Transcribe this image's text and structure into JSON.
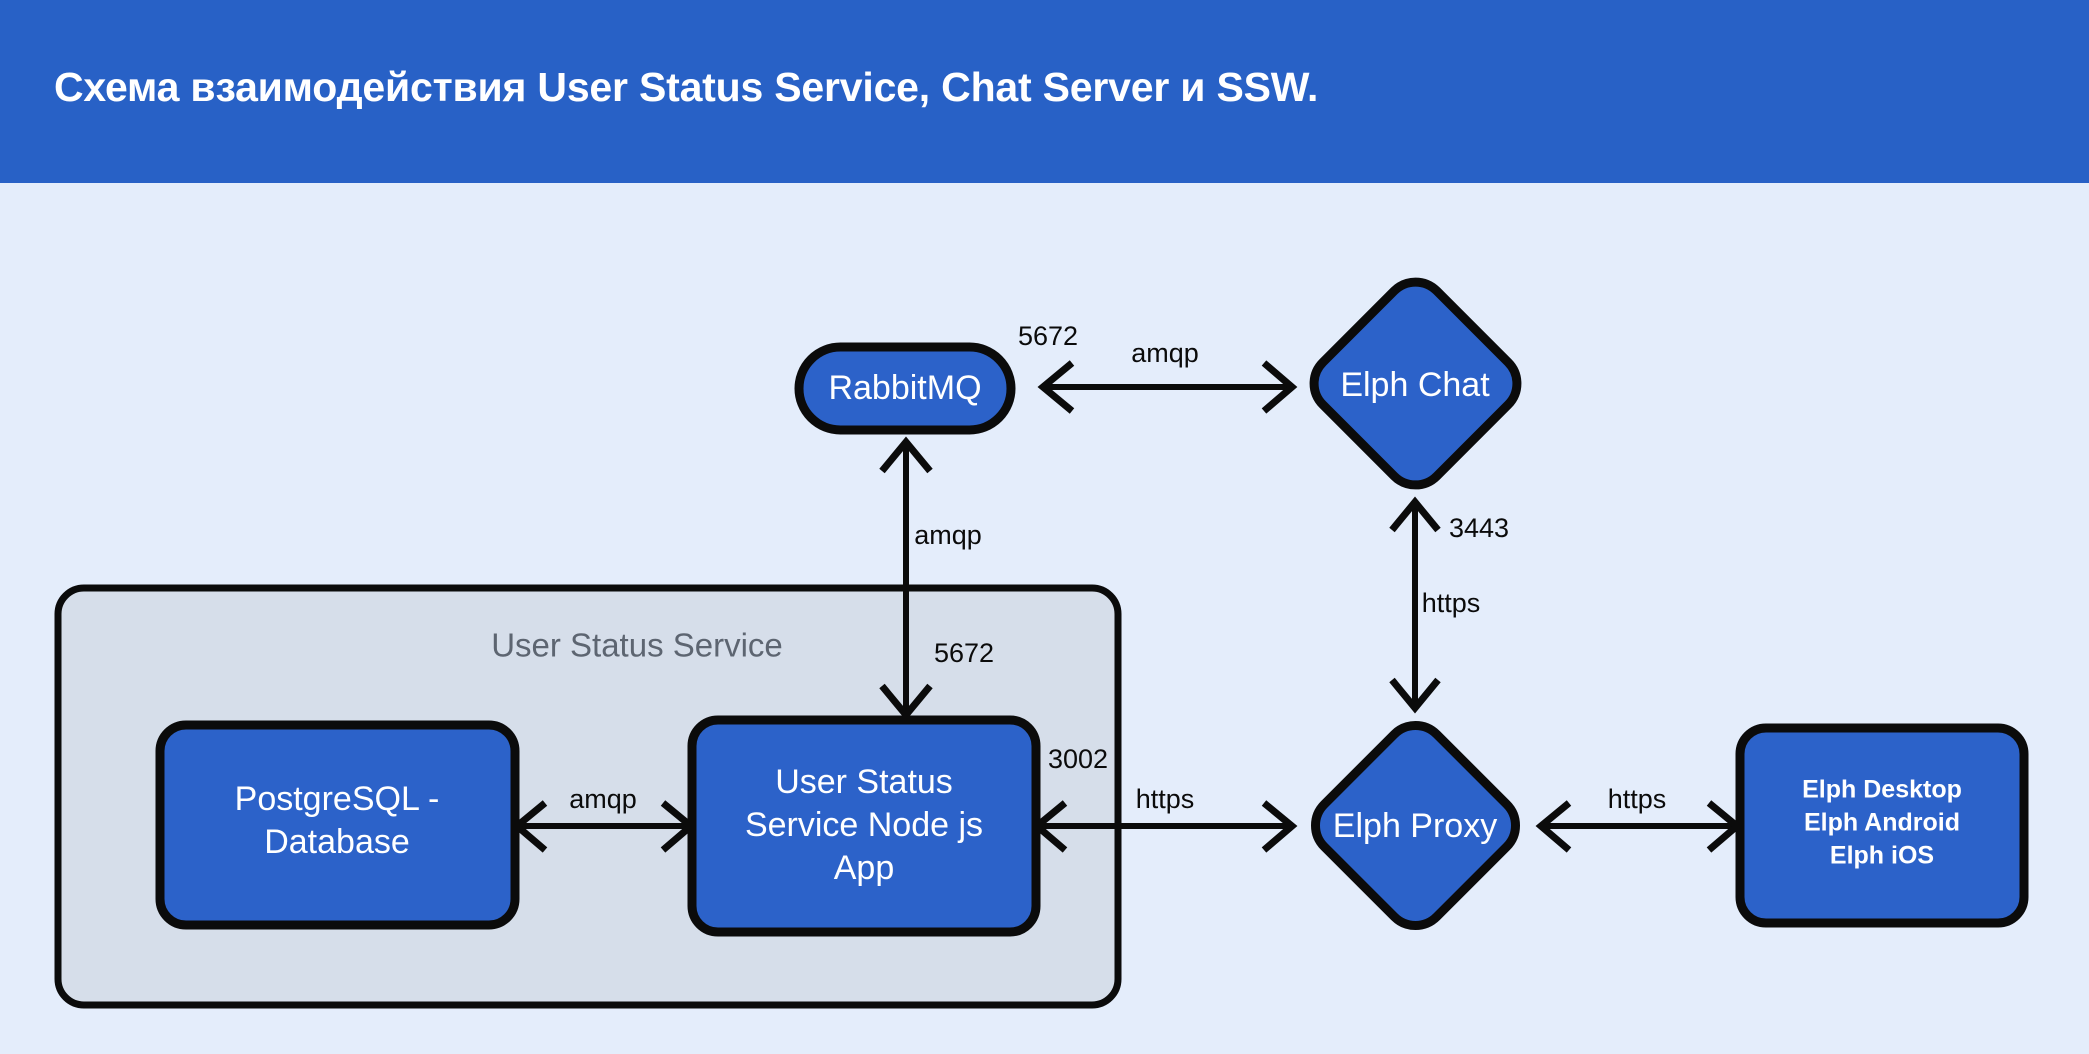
{
  "header": {
    "title": "Схема взаимодействия User Status Service, Chat Server и SSW.",
    "background_color": "#2861c6",
    "text_color": "#ffffff"
  },
  "canvas": {
    "background_color": "#e4edfb",
    "node_fill_color": "#2c62c9",
    "node_stroke_color": "#0b0b0b",
    "group_fill_color": "#d6deea",
    "group_title_color": "#5d6571"
  },
  "diagram": {
    "group": {
      "title": "User Status Service"
    },
    "nodes": {
      "rabbitmq": {
        "label": "RabbitMQ",
        "shape": "stadium"
      },
      "elph_chat": {
        "label": "Elph Chat",
        "shape": "diamond"
      },
      "elph_proxy": {
        "label": "Elph Proxy",
        "shape": "diamond"
      },
      "postgres": {
        "label_line1": "PostgreSQL -",
        "label_line2": "Database",
        "shape": "rounded-rect"
      },
      "user_status_app": {
        "label_line1": "User Status",
        "label_line2": "Service Node js",
        "label_line3": "App",
        "shape": "rounded-rect"
      },
      "clients": {
        "label_line1": "Elph Desktop",
        "label_line2": "Elph Android",
        "label_line3": "Elph iOS",
        "shape": "rounded-rect"
      }
    },
    "edges": [
      {
        "id": "rabbitmq-elph-chat",
        "from": "rabbitmq",
        "to": "elph_chat",
        "protocol": "amqp",
        "port": "5672",
        "direction": "bidirectional"
      },
      {
        "id": "rabbitmq-user-status-app",
        "from": "rabbitmq",
        "to": "user_status_app",
        "protocol": "amqp",
        "port": "5672",
        "direction": "bidirectional"
      },
      {
        "id": "elph-chat-elph-proxy",
        "from": "elph_chat",
        "to": "elph_proxy",
        "protocol": "https",
        "port": "3443",
        "direction": "bidirectional"
      },
      {
        "id": "postgres-user-status-app",
        "from": "postgres",
        "to": "user_status_app",
        "protocol": "amqp",
        "port": "",
        "direction": "bidirectional"
      },
      {
        "id": "user-status-app-elph-proxy",
        "from": "user_status_app",
        "to": "elph_proxy",
        "protocol": "https",
        "port": "3002",
        "direction": "bidirectional"
      },
      {
        "id": "elph-proxy-clients",
        "from": "elph_proxy",
        "to": "clients",
        "protocol": "https",
        "port": "",
        "direction": "bidirectional"
      }
    ]
  }
}
